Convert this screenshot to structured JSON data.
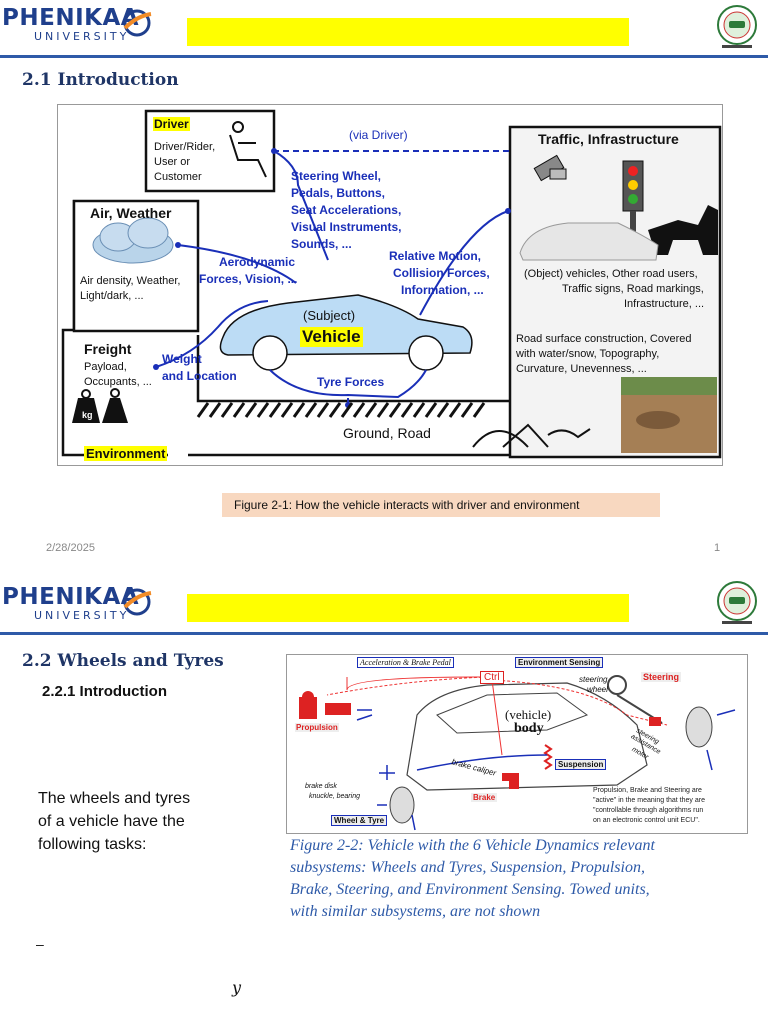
{
  "slide1": {
    "logo": {
      "name": "PHENIKAA",
      "sub": "UNIVERSITY"
    },
    "heading": "2.1 Introduction",
    "diagram": {
      "driver_title": "Driver",
      "driver_desc": [
        "Driver/Rider,",
        "User or",
        "Customer"
      ],
      "via_driver": "(via Driver)",
      "traffic_title": "Traffic, Infrastructure",
      "steering_list": [
        "Steering Wheel,",
        "Pedals, Buttons,",
        "Seat Accelerations,",
        "Visual Instruments,",
        "Sounds, ..."
      ],
      "air_title": "Air, Weather",
      "air_desc": [
        "Air density, Weather,",
        "Light/dark, ..."
      ],
      "aero": [
        "Aerodynamic",
        "Forces, Vision, ..."
      ],
      "relative": [
        "Relative Motion,",
        "Collision Forces,",
        "Information, ..."
      ],
      "traffic_desc": [
        "(Object) vehicles, Other road users,",
        "Traffic signs, Road markings,",
        "Infrastructure, ..."
      ],
      "subject": "(Subject)",
      "vehicle": "Vehicle",
      "freight_title": "Freight",
      "freight_desc": [
        "Payload,",
        "Occupants, ..."
      ],
      "weight": [
        "Weight",
        "and Location"
      ],
      "tyre": "Tyre Forces",
      "road_desc": [
        "Road surface construction, Covered",
        "with water/snow, Topography,",
        "Curvature, Unevenness, ..."
      ],
      "ground": "Ground, Road",
      "environment": "Environment",
      "kg": "kg"
    },
    "caption": "Figure 2-1: How the vehicle interacts with driver and environment",
    "date": "2/28/2025",
    "page": "1"
  },
  "slide2": {
    "logo": {
      "name": "PHENIKAA",
      "sub": "UNIVERSITY"
    },
    "heading": "2.2 Wheels and Tyres",
    "subheading": "2.2.1 Introduction",
    "body": [
      "The wheels and tyres",
      "of a vehicle have the",
      "following tasks:"
    ],
    "dash": "–",
    "y": "y",
    "figure": {
      "accel": "Acceleration & Brake Pedal",
      "env": "Environment Sensing",
      "ctrl": "Ctrl",
      "steering_wheel": [
        "steering",
        "wheel"
      ],
      "steering": "Steering",
      "vehicle": "(vehicle)",
      "body": "body",
      "propulsion": "Propulsion",
      "assist": [
        "steering",
        "assistance",
        "motor"
      ],
      "suspension": "Suspension",
      "brake_caliper": "brake caliper",
      "brake_disk": [
        "brake disk",
        "knuckle, bearing"
      ],
      "brake": "Brake",
      "wheel_tyre": "Wheel & Tyre",
      "note": [
        "Propulsion, Brake and Steering are",
        "\"active\" in the meaning that they are",
        "\"controllable through algorithms run",
        "on an electronic control unit ECU\"."
      ]
    },
    "caption": [
      "Figure 2-2: Vehicle with the 6 Vehicle Dynamics relevant",
      "subsystems: Wheels and Tyres, Suspension, Propulsion,",
      "Brake, Steering, and Environment Sensing. Towed units,",
      "with similar subsystems, are not shown"
    ]
  },
  "colors": {
    "brand_blue": "#1f3f8c",
    "yellow_bar": "#ffff00",
    "caption_bg": "#f8d8c0",
    "arrow_blue": "#1a2fb8"
  }
}
